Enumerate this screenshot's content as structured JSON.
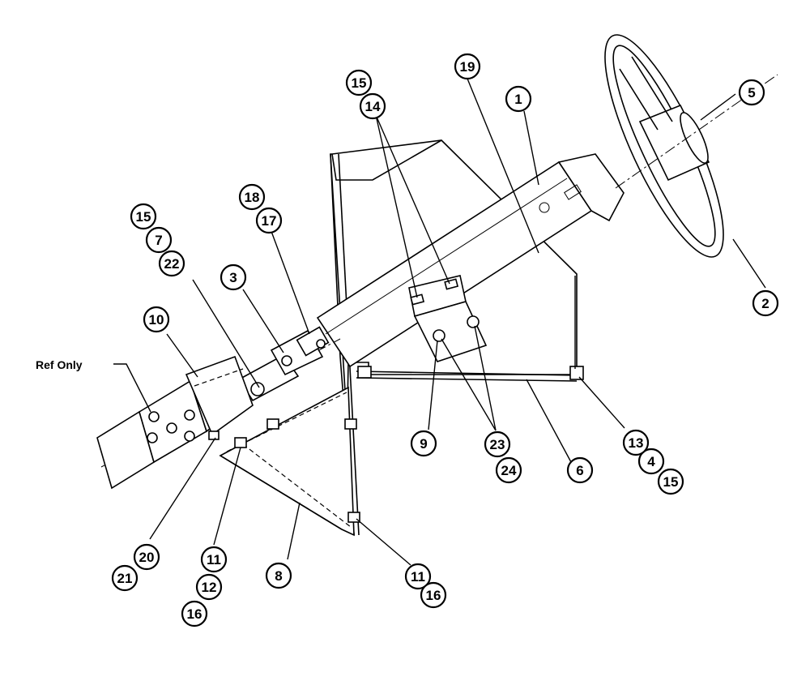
{
  "diagram": {
    "ref_label": "Ref Only",
    "callouts": [
      {
        "id": "c1",
        "label": "1"
      },
      {
        "id": "c2",
        "label": "2"
      },
      {
        "id": "c3",
        "label": "3"
      },
      {
        "id": "c4",
        "label": "4"
      },
      {
        "id": "c5",
        "label": "5"
      },
      {
        "id": "c6",
        "label": "6"
      },
      {
        "id": "c7",
        "label": "7"
      },
      {
        "id": "c8",
        "label": "8"
      },
      {
        "id": "c9",
        "label": "9"
      },
      {
        "id": "c10",
        "label": "10"
      },
      {
        "id": "c11a",
        "label": "11"
      },
      {
        "id": "c11b",
        "label": "11"
      },
      {
        "id": "c12",
        "label": "12"
      },
      {
        "id": "c13",
        "label": "13"
      },
      {
        "id": "c14",
        "label": "14"
      },
      {
        "id": "c15a",
        "label": "15"
      },
      {
        "id": "c15b",
        "label": "15"
      },
      {
        "id": "c15c",
        "label": "15"
      },
      {
        "id": "c16a",
        "label": "16"
      },
      {
        "id": "c16b",
        "label": "16"
      },
      {
        "id": "c17",
        "label": "17"
      },
      {
        "id": "c18",
        "label": "18"
      },
      {
        "id": "c19",
        "label": "19"
      },
      {
        "id": "c20",
        "label": "20"
      },
      {
        "id": "c21",
        "label": "21"
      },
      {
        "id": "c22",
        "label": "22"
      },
      {
        "id": "c23",
        "label": "23"
      },
      {
        "id": "c24",
        "label": "24"
      }
    ]
  }
}
